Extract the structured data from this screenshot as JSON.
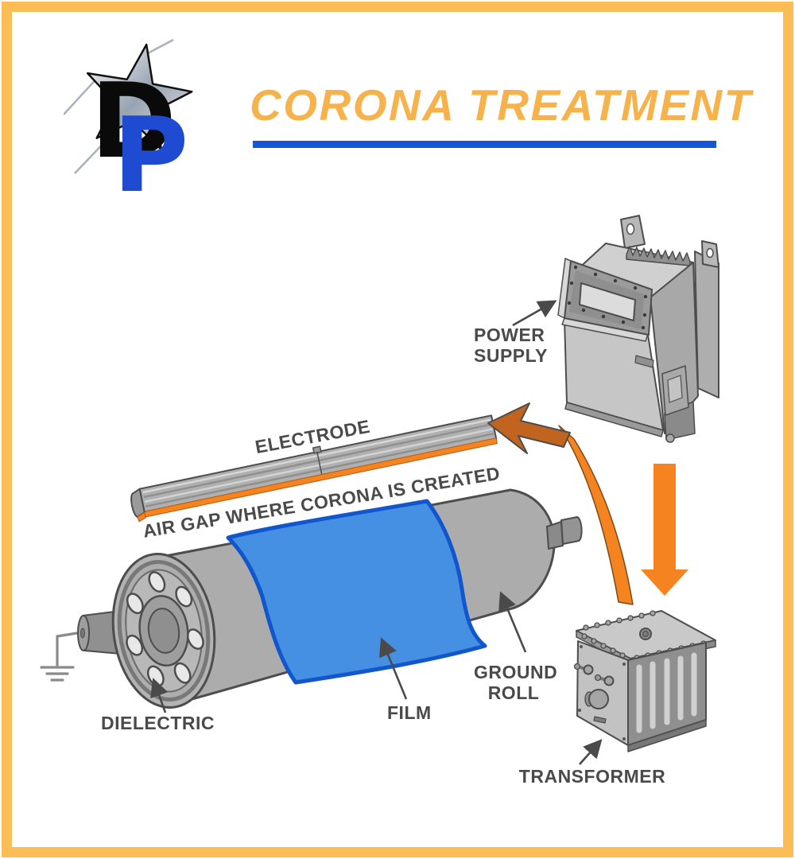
{
  "header": {
    "title": "CORONA TREATMENT",
    "logo_d": "D",
    "logo_p": "P"
  },
  "labels": {
    "power_supply_1": "POWER",
    "power_supply_2": "SUPPLY",
    "electrode": "ELECTRODE",
    "air_gap": "AIR GAP WHERE CORONA IS CREATED",
    "dielectric": "DIELECTRIC",
    "film": "FILM",
    "ground_roll_1": "GROUND",
    "ground_roll_2": "ROLL",
    "transformer": "TRANSFORMER"
  },
  "colors": {
    "frame_border": "#FCBD57",
    "title_text": "#F7B24B",
    "title_underline": "#1456D4",
    "label_text": "#4A4A4A",
    "film_fill": "#4590E2",
    "film_stroke": "#1156CC",
    "flow_arrow_orange": "#F5831F",
    "flow_arrowhead_dark_orange": "#C06420",
    "machine_gray_light": "#C9C9C9",
    "machine_gray_mid": "#ACACAC",
    "machine_gray_dark": "#8F8F8F",
    "outline_gray": "#4D4D4D",
    "logo_d_black": "#0A0A0A",
    "logo_p_blue": "#1E4BD2"
  }
}
